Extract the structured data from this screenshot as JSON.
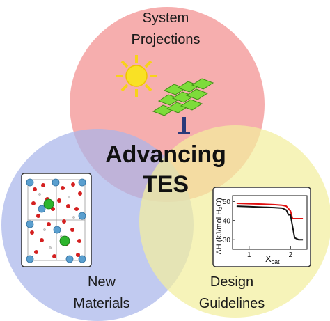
{
  "diagram": {
    "center_label_line1": "Advancing",
    "center_label_line2": "TES",
    "circles": {
      "top": {
        "line1": "System",
        "line2": "Projections",
        "color": "#f5a0a0"
      },
      "left": {
        "line1": "New",
        "line2": "Materials",
        "color": "#a9b6ea"
      },
      "right": {
        "line1": "Design",
        "line2": "Guidelines",
        "color": "#f3ee9e"
      }
    },
    "icons": [
      "sun-icon",
      "solar-panel-icon",
      "crystal-structure-icon"
    ],
    "inset_chart": {
      "ylabel": "ΔH (kJ/mol H₂O)",
      "xlabel": "X",
      "xlabel_sub": "cat",
      "y_ticks": [
        "50",
        "40",
        "30"
      ],
      "x_ticks": [
        "1",
        "2"
      ]
    }
  },
  "chart_data": {
    "type": "line",
    "ylabel": "ΔH (kJ/mol H2O)",
    "xlabel": "Xcat",
    "xlim": [
      0.6,
      2.4
    ],
    "ylim": [
      25,
      53
    ],
    "series": [
      {
        "color": "#e01010",
        "x": [
          0.7,
          1.0,
          1.3,
          1.6,
          1.8,
          1.9,
          2.0,
          2.05,
          2.1,
          2.3
        ],
        "values": [
          49,
          48.8,
          48.6,
          48.3,
          48,
          47.5,
          45,
          41,
          41,
          41
        ]
      },
      {
        "color": "#111111",
        "x": [
          0.7,
          1.0,
          1.3,
          1.6,
          1.8,
          1.9,
          1.95,
          2.0,
          2.05,
          2.1,
          2.2,
          2.3
        ],
        "values": [
          47.5,
          47.3,
          47,
          46.8,
          46.5,
          45.5,
          43,
          43,
          37,
          31,
          30,
          30
        ]
      }
    ]
  }
}
